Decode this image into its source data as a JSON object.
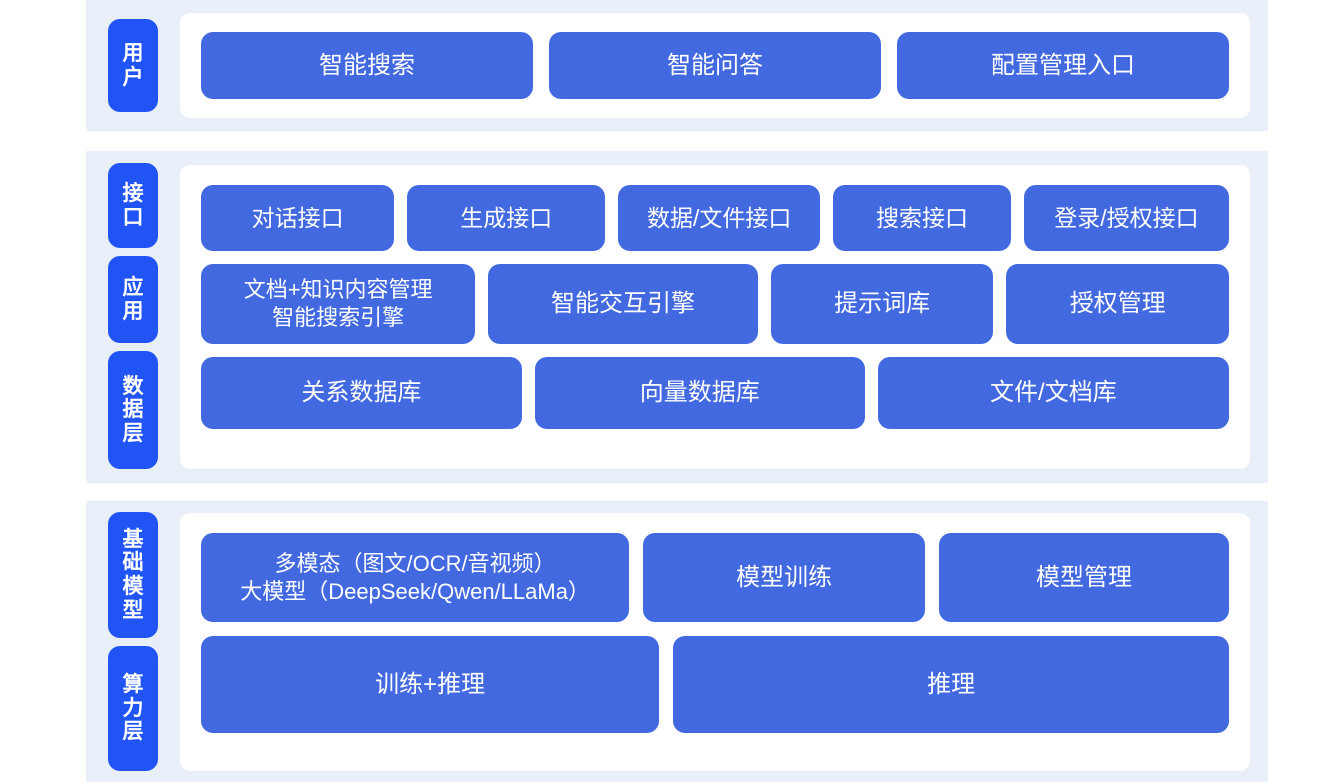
{
  "theme": {
    "page_background": "#ffffff",
    "section_band": "#e9eff8",
    "card_background": "#ffffff",
    "label_pill": "#2154f5",
    "box_fill": "#4269e0",
    "box_text": "#ffffff"
  },
  "sections": [
    {
      "id": "user-layer",
      "labels": [
        {
          "name": "user",
          "chars": [
            "用",
            "户"
          ]
        }
      ],
      "rows": [
        {
          "id": "user-entries",
          "boxes": [
            {
              "label": "智能搜索"
            },
            {
              "label": "智能问答"
            },
            {
              "label": "配置管理入口"
            }
          ]
        }
      ]
    },
    {
      "id": "platform-layer",
      "labels": [
        {
          "name": "interface",
          "chars": [
            "接",
            "口"
          ]
        },
        {
          "name": "application",
          "chars": [
            "应",
            "用"
          ]
        },
        {
          "name": "data",
          "chars": [
            "数",
            "据",
            "层"
          ]
        }
      ],
      "rows": [
        {
          "id": "interface-row",
          "boxes": [
            {
              "label": "对话接口"
            },
            {
              "label": "生成接口"
            },
            {
              "label": "数据/文件接口"
            },
            {
              "label": "搜索接口"
            },
            {
              "label": "登录/授权接口"
            }
          ]
        },
        {
          "id": "application-row",
          "boxes": [
            {
              "label": "文档+知识内容管理\n智能搜索引擎"
            },
            {
              "label": "智能交互引擎"
            },
            {
              "label": "提示词库"
            },
            {
              "label": "授权管理"
            }
          ]
        },
        {
          "id": "data-row",
          "boxes": [
            {
              "label": "关系数据库"
            },
            {
              "label": "向量数据库"
            },
            {
              "label": "文件/文档库"
            }
          ]
        }
      ]
    },
    {
      "id": "infrastructure-layer",
      "labels": [
        {
          "name": "foundation-model",
          "chars": [
            "基",
            "础",
            "模",
            "型"
          ]
        },
        {
          "name": "compute",
          "chars": [
            "算",
            "力",
            "层"
          ]
        }
      ],
      "rows": [
        {
          "id": "model-row",
          "boxes": [
            {
              "label": "多模态（图文/OCR/音视频）\n大模型（DeepSeek/Qwen/LLaMa）"
            },
            {
              "label": "模型训练"
            },
            {
              "label": "模型管理"
            }
          ]
        },
        {
          "id": "compute-row",
          "boxes": [
            {
              "label": "训练+推理"
            },
            {
              "label": "推理"
            }
          ]
        }
      ]
    }
  ]
}
